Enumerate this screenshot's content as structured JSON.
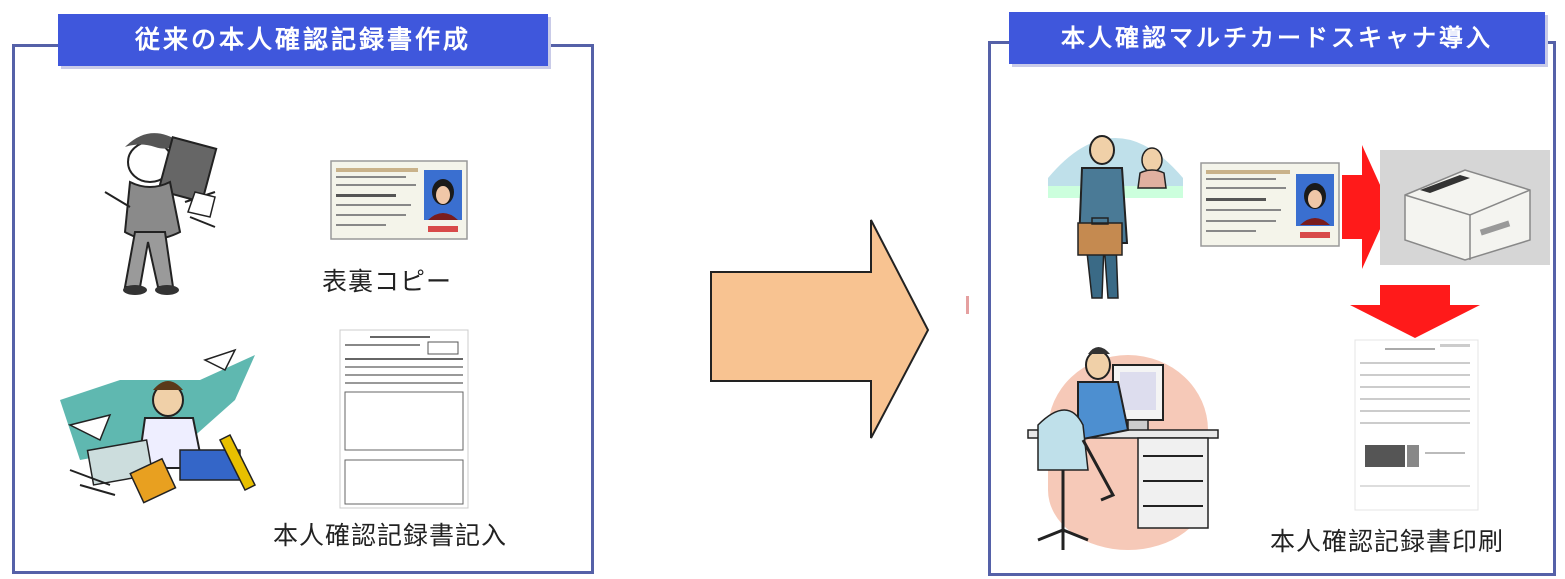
{
  "left_panel": {
    "title": "従来の本人確認記録書作成",
    "caption_copy": "表裏コピー",
    "caption_write": "本人確認記録書記入"
  },
  "right_panel": {
    "title": "本人確認マルチカードスキャナ導入",
    "caption_print": "本人確認記録書印刷"
  },
  "colors": {
    "title_bg": "#3f57dc",
    "panel_border": "#5561a8",
    "arrow_fill": "#f8c391",
    "flow_arrow": "#ff1a1a"
  },
  "icons": [
    "busy-worker-icon",
    "id-card-icon",
    "form-sheet-icon",
    "overloaded-clerk-icon",
    "counter-service-icon",
    "card-scanner-icon",
    "office-worker-pc-icon"
  ]
}
